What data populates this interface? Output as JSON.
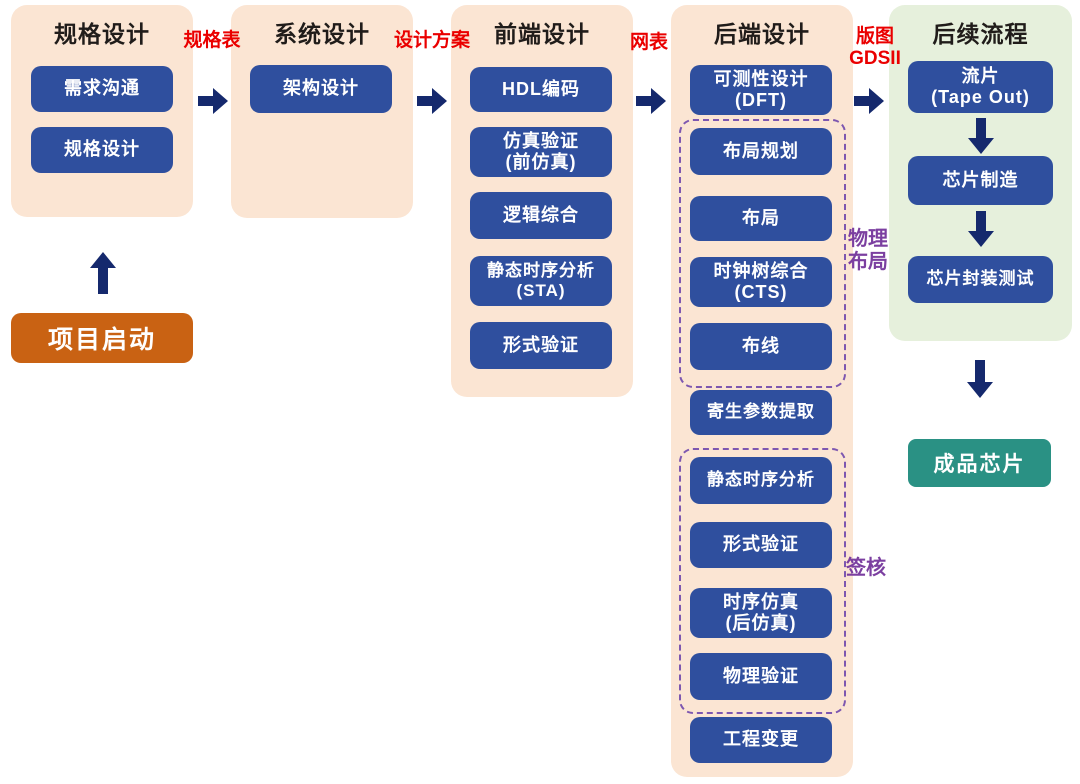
{
  "panels": [
    {
      "title": "规格设计",
      "boxes": [
        {
          "label": "需求沟通"
        },
        {
          "label": "规格设计"
        }
      ]
    },
    {
      "title": "系统设计",
      "boxes": [
        {
          "label": "架构设计"
        }
      ]
    },
    {
      "title": "前端设计",
      "boxes": [
        {
          "label": "HDL编码"
        },
        {
          "label": "仿真验证\n(前仿真)"
        },
        {
          "label": "逻辑综合"
        },
        {
          "label": "静态时序分析\n(STA)"
        },
        {
          "label": "形式验证"
        }
      ]
    },
    {
      "title": "后端设计",
      "boxes": [
        {
          "label": "可测性设计\n(DFT)"
        },
        {
          "label": "布局规划"
        },
        {
          "label": "布局"
        },
        {
          "label": "时钟树综合\n(CTS)"
        },
        {
          "label": "布线"
        },
        {
          "label": "寄生参数提取"
        },
        {
          "label": "静态时序分析"
        },
        {
          "label": "形式验证"
        },
        {
          "label": "时序仿真\n(后仿真)"
        },
        {
          "label": "物理验证"
        },
        {
          "label": "工程变更"
        }
      ]
    },
    {
      "title": "后续流程",
      "boxes": [
        {
          "label": "流片\n(Tape Out)"
        },
        {
          "label": "芯片制造"
        },
        {
          "label": "芯片封装测试"
        }
      ]
    }
  ],
  "start_box": {
    "label": "项目启动"
  },
  "end_box": {
    "label": "成品芯片"
  },
  "flow_labels": [
    {
      "label": "规格表"
    },
    {
      "label": "设计方案"
    },
    {
      "label": "网表"
    },
    {
      "label": "版图\nGDSII"
    }
  ],
  "group_labels": [
    {
      "label": "物理\n布局"
    },
    {
      "label": "签核"
    }
  ],
  "colors": {
    "panel_peach": "#fbe5d3",
    "panel_green": "#e6f0dc",
    "step_blue": "#2f4f9e",
    "start_orange": "#c96213",
    "end_teal": "#2a9184",
    "arrow_navy": "#15296d",
    "flow_label_red": "#ea0000",
    "group_label_purple": "#7b3fa0",
    "dashed_border_purple": "#7d57b0"
  }
}
